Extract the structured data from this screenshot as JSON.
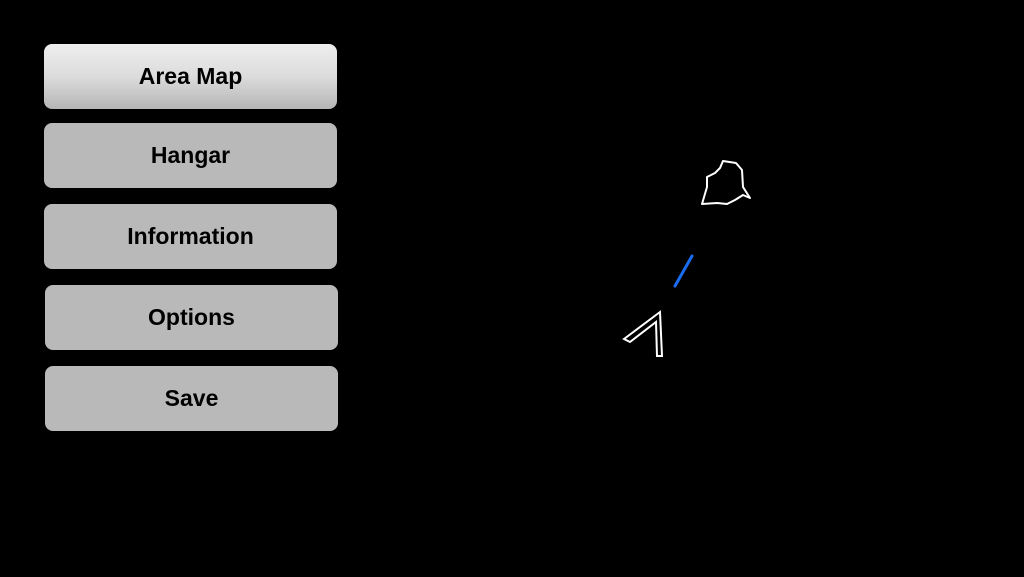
{
  "menu": {
    "items": [
      {
        "label": "Area Map",
        "active": true
      },
      {
        "label": "Hangar",
        "active": false
      },
      {
        "label": "Information",
        "active": false
      },
      {
        "label": "Options",
        "active": false
      },
      {
        "label": "Save",
        "active": false
      }
    ]
  },
  "colors": {
    "laser": "#1a6cf0",
    "outline": "#ffffff",
    "background": "#000000"
  }
}
